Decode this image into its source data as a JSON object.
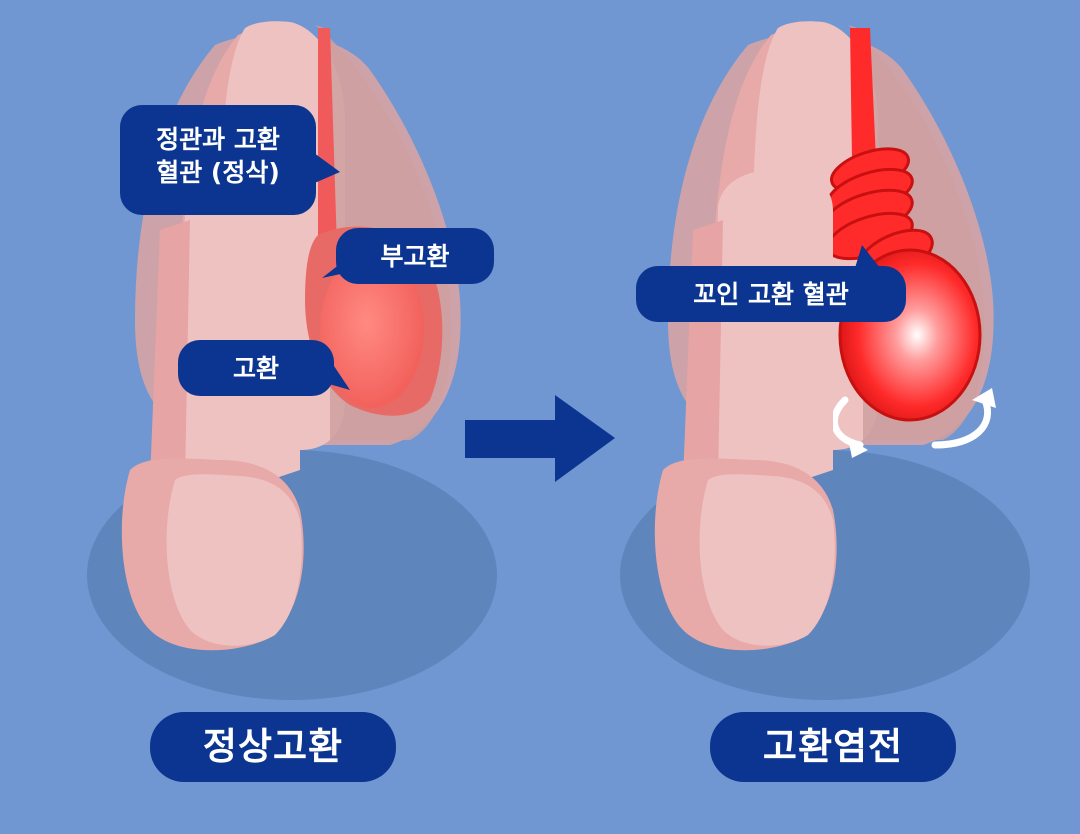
{
  "normal": {
    "caption": "정상고환",
    "labels": {
      "spermatic_cord_line1": "정관과 고환",
      "spermatic_cord_line2": "혈관 (정삭)",
      "epididymis": "부고환",
      "testis": "고환"
    }
  },
  "torsion": {
    "caption": "고환염전",
    "labels": {
      "twisted_vessels": "꼬인 고환 혈관"
    }
  },
  "colors": {
    "background": "#7097d1",
    "label_box": "#0b3590",
    "skin": "#efc2c2",
    "skin_shade": "#e49e9e",
    "testis_normal": "#ff7a72",
    "testis_torsion": "#ff2b2b",
    "arrow": "#0b3590"
  },
  "icons": [
    "right-arrow-icon",
    "rotation-arrow-icon"
  ]
}
